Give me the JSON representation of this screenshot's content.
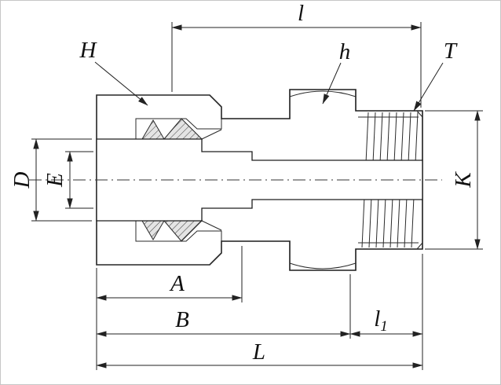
{
  "colors": {
    "line": "#1d1d1d",
    "body_fill": "#ececec",
    "hatch_fill": "#e4e4e4",
    "background": "#ffffff"
  },
  "dimension_labels": {
    "H": "H",
    "h": "h",
    "T": "T",
    "l": "l",
    "D": "D",
    "E": "E",
    "K": "K",
    "A": "A",
    "B": "B",
    "L": "L",
    "l1_base": "l",
    "l1_sub": "1"
  }
}
